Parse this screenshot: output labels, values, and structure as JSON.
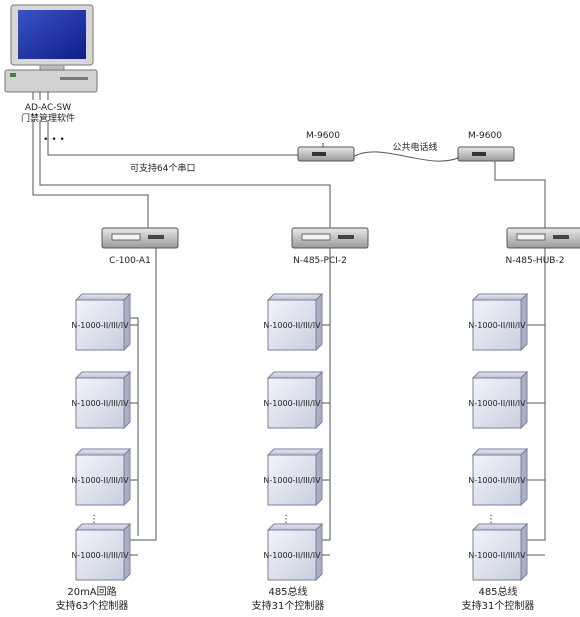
{
  "computer": {
    "label_line1": "AD-AC-SW",
    "label_line2": "门禁管理软件",
    "dots": "• • •",
    "ports_note": "可支持64个串口"
  },
  "modems": {
    "left_label": "M-9600",
    "right_label": "M-9600",
    "phone_line_label": "公共电话线"
  },
  "converters": [
    {
      "label": "C-100-A1",
      "bottom_line1": "20mA回路",
      "bottom_line2": "支持63个控制器"
    },
    {
      "label": "N-485-PCI-2",
      "bottom_line1": "485总线",
      "bottom_line2": "支持31个控制器"
    },
    {
      "label": "N-485-HUB-2",
      "bottom_line1": "485总线",
      "bottom_line2": "支持31个控制器"
    }
  ],
  "controller_label": "N-1000-II/III/IV",
  "vertical_dots": "⋮"
}
